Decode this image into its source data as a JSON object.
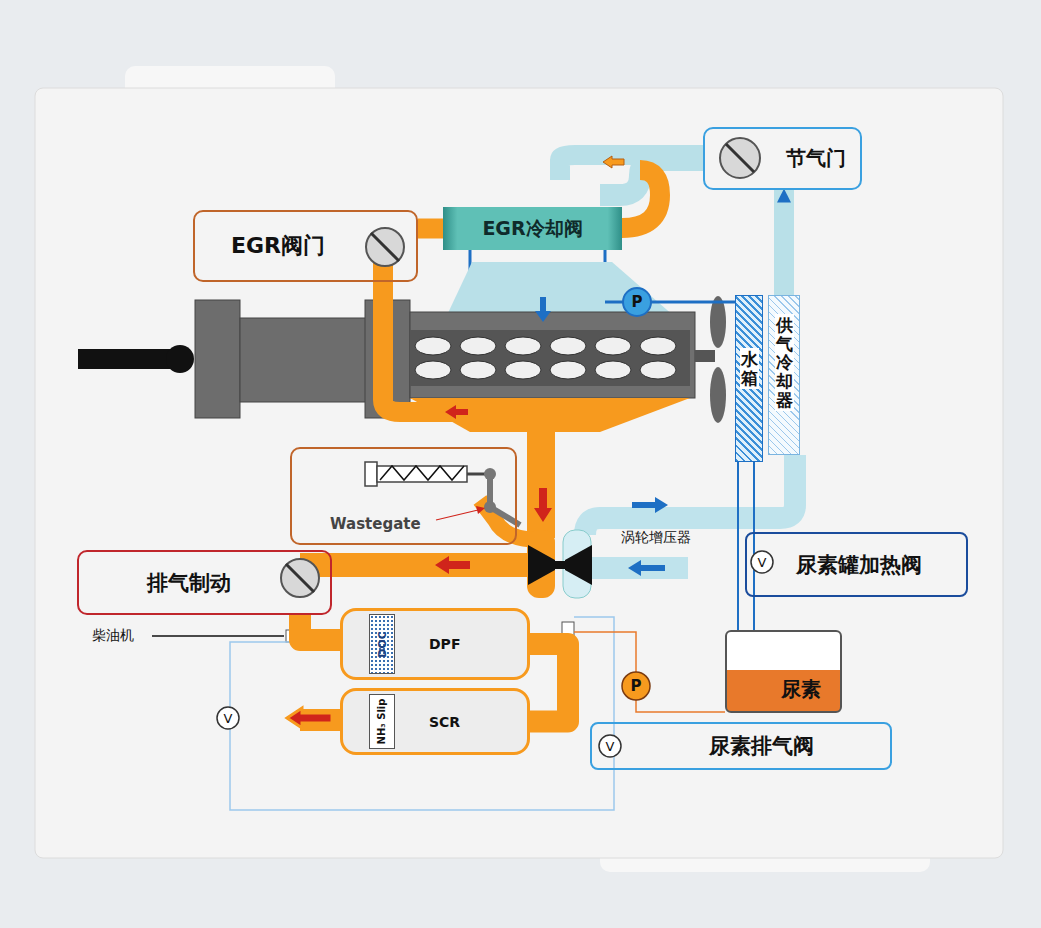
{
  "diagram": {
    "nodes": [
      {
        "text": [
          "EGR阀门"
        ]
      },
      {
        "text": [
          "EGR冷却阀"
        ]
      },
      {
        "text": [
          "节气门"
        ]
      },
      {
        "text": [
          "水箱"
        ]
      },
      {
        "text": [
          "供气冷却器"
        ]
      },
      {
        "text": [
          "Wastegate"
        ]
      },
      {
        "text": [
          "排气制动"
        ]
      },
      {
        "text": [
          "DPF"
        ]
      },
      {
        "text": [
          "DOC"
        ],
        "in": 7
      },
      {
        "text": [
          "尿素罐加热阀"
        ]
      },
      {
        "text": [
          "SCR"
        ]
      },
      {
        "text": [
          "NH₃ Slip"
        ],
        "in": 10
      },
      {
        "text": [
          "尿素"
        ]
      },
      {
        "text": [
          "尿素排气阀"
        ]
      }
    ],
    "edges": [
      {
        "from": 0,
        "to": 1,
        "arrow": "none"
      },
      {
        "from": 4,
        "to": 2,
        "arrow": "to"
      },
      {
        "from": 6,
        "to": 7,
        "arrow": "none"
      },
      {
        "from": 7,
        "to": 10,
        "arrow": "none"
      }
    ],
    "labels": [
      "涡轮增压器",
      "柴油机",
      "P",
      "P",
      "V",
      "V",
      "V"
    ]
  }
}
